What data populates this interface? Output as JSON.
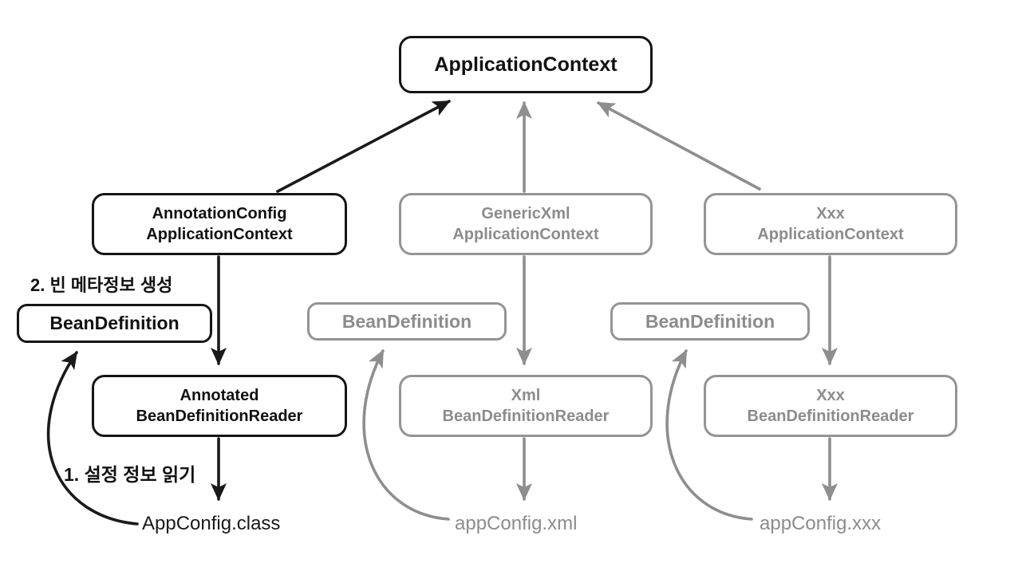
{
  "diagram": {
    "root": {
      "label": "ApplicationContext"
    },
    "contexts": [
      {
        "line1": "AnnotationConfig",
        "line2": "ApplicationContext",
        "style": "black"
      },
      {
        "line1": "GenericXml",
        "line2": "ApplicationContext",
        "style": "gray"
      },
      {
        "line1": "Xxx",
        "line2": "ApplicationContext",
        "style": "gray"
      }
    ],
    "bean_definitions": [
      {
        "label": "BeanDefinition",
        "style": "black"
      },
      {
        "label": "BeanDefinition",
        "style": "gray"
      },
      {
        "label": "BeanDefinition",
        "style": "gray"
      }
    ],
    "readers": [
      {
        "line1": "Annotated",
        "line2": "BeanDefinitionReader",
        "style": "black"
      },
      {
        "line1": "Xml",
        "line2": "BeanDefinitionReader",
        "style": "gray"
      },
      {
        "line1": "Xxx",
        "line2": "BeanDefinitionReader",
        "style": "gray"
      }
    ],
    "config_files": [
      {
        "label": "AppConfig.class",
        "style": "black"
      },
      {
        "label": "appConfig.xml",
        "style": "gray"
      },
      {
        "label": "appConfig.xxx",
        "style": "gray"
      }
    ],
    "annotations": {
      "step2": "2. 빈 메타정보 생성",
      "step1": "1. 설정 정보 읽기"
    },
    "colors": {
      "primary": "#1a1a1a",
      "muted": "#8e8e8e",
      "background": "#ffffff"
    }
  }
}
